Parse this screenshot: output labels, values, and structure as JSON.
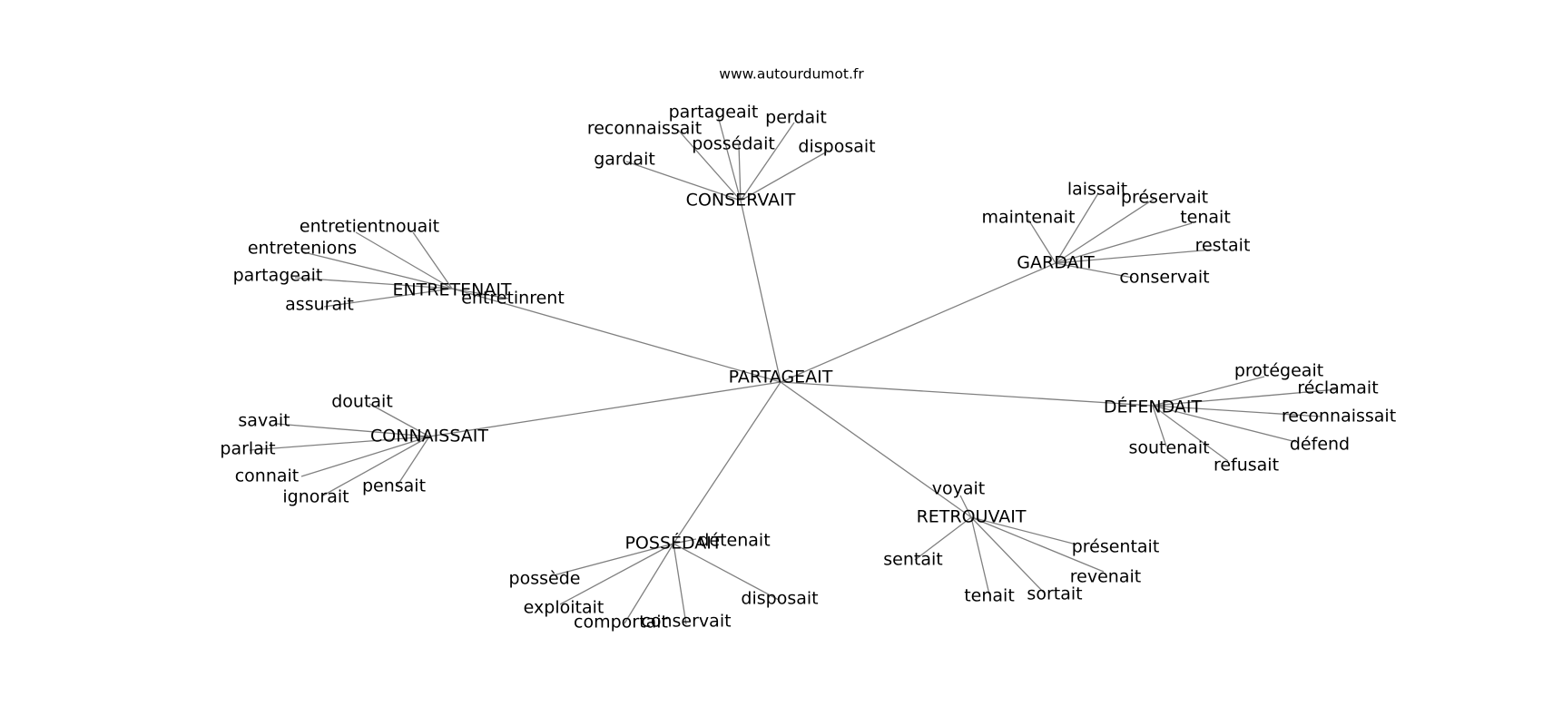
{
  "site_credit": "www.autourdumot.fr",
  "center": "PARTAGEAIT",
  "clusters": [
    {
      "hub": "CONSERVAIT",
      "words": [
        "gardait",
        "reconnaissait",
        "partageait",
        "possédait",
        "perdait",
        "disposait"
      ]
    },
    {
      "hub": "GARDAIT",
      "words": [
        "maintenait",
        "laissait",
        "préservait",
        "tenait",
        "restait",
        "conservait"
      ]
    },
    {
      "hub": "ENTRETENAIT",
      "words": [
        "entretient",
        "nouait",
        "entretenions",
        "partageait",
        "assurait",
        "entretinrent"
      ]
    },
    {
      "hub": "DÉFENDAIT",
      "words": [
        "protégeait",
        "réclamait",
        "reconnaissait",
        "défend",
        "refusait",
        "soutenait"
      ]
    },
    {
      "hub": "CONNAISSAIT",
      "words": [
        "doutait",
        "savait",
        "parlait",
        "connait",
        "ignorait",
        "pensait"
      ]
    },
    {
      "hub": "RETROUVAIT",
      "words": [
        "voyait",
        "présentait",
        "revenait",
        "sortait",
        "tenait",
        "sentait"
      ]
    },
    {
      "hub": "POSSÉDAIT",
      "words": [
        "détenait",
        "possède",
        "exploitait",
        "comportait",
        "conservait",
        "disposait"
      ]
    }
  ]
}
